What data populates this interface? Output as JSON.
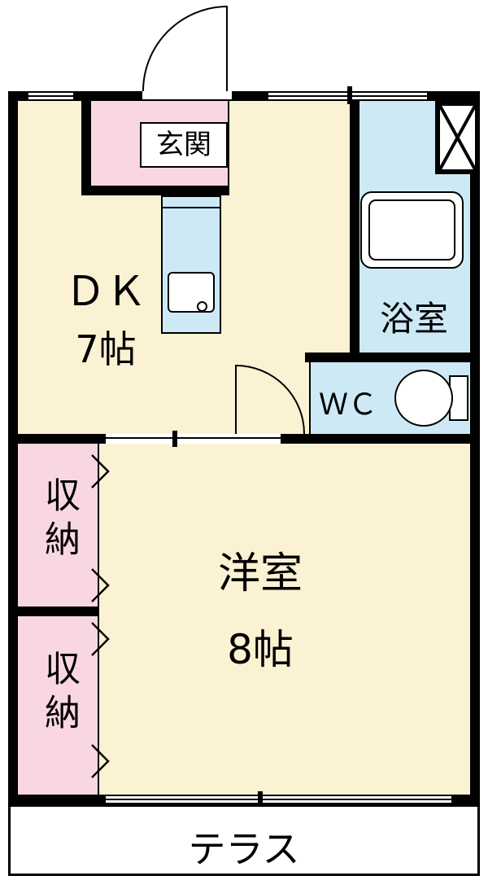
{
  "colors": {
    "wall": "#000000",
    "floor_main": "#FBF1D3",
    "floor_pink": "#F8D7E3",
    "floor_wet": "#CDE9F5",
    "background": "#FFFFFF"
  },
  "rooms": {
    "genkan": {
      "label": "玄関"
    },
    "dk": {
      "label": "ＤＫ",
      "size": "7帖"
    },
    "bath": {
      "label": "浴室"
    },
    "wc": {
      "label": "ＷＣ"
    },
    "closet_upper": {
      "label": "収納"
    },
    "closet_lower": {
      "label": "収納"
    },
    "western_room": {
      "label": "洋室",
      "size": "8帖"
    },
    "terrace": {
      "label": "テラス"
    }
  },
  "icons": {
    "bathtub": "double-rounded-rect",
    "toilet": "ellipse-with-tank",
    "kitchen_sink": "rounded-rect-with-drain",
    "entrance_door": "quarter-arc",
    "wc_door": "quarter-arc",
    "closet_doors": "chevron",
    "shaft": "x-cross-box"
  }
}
